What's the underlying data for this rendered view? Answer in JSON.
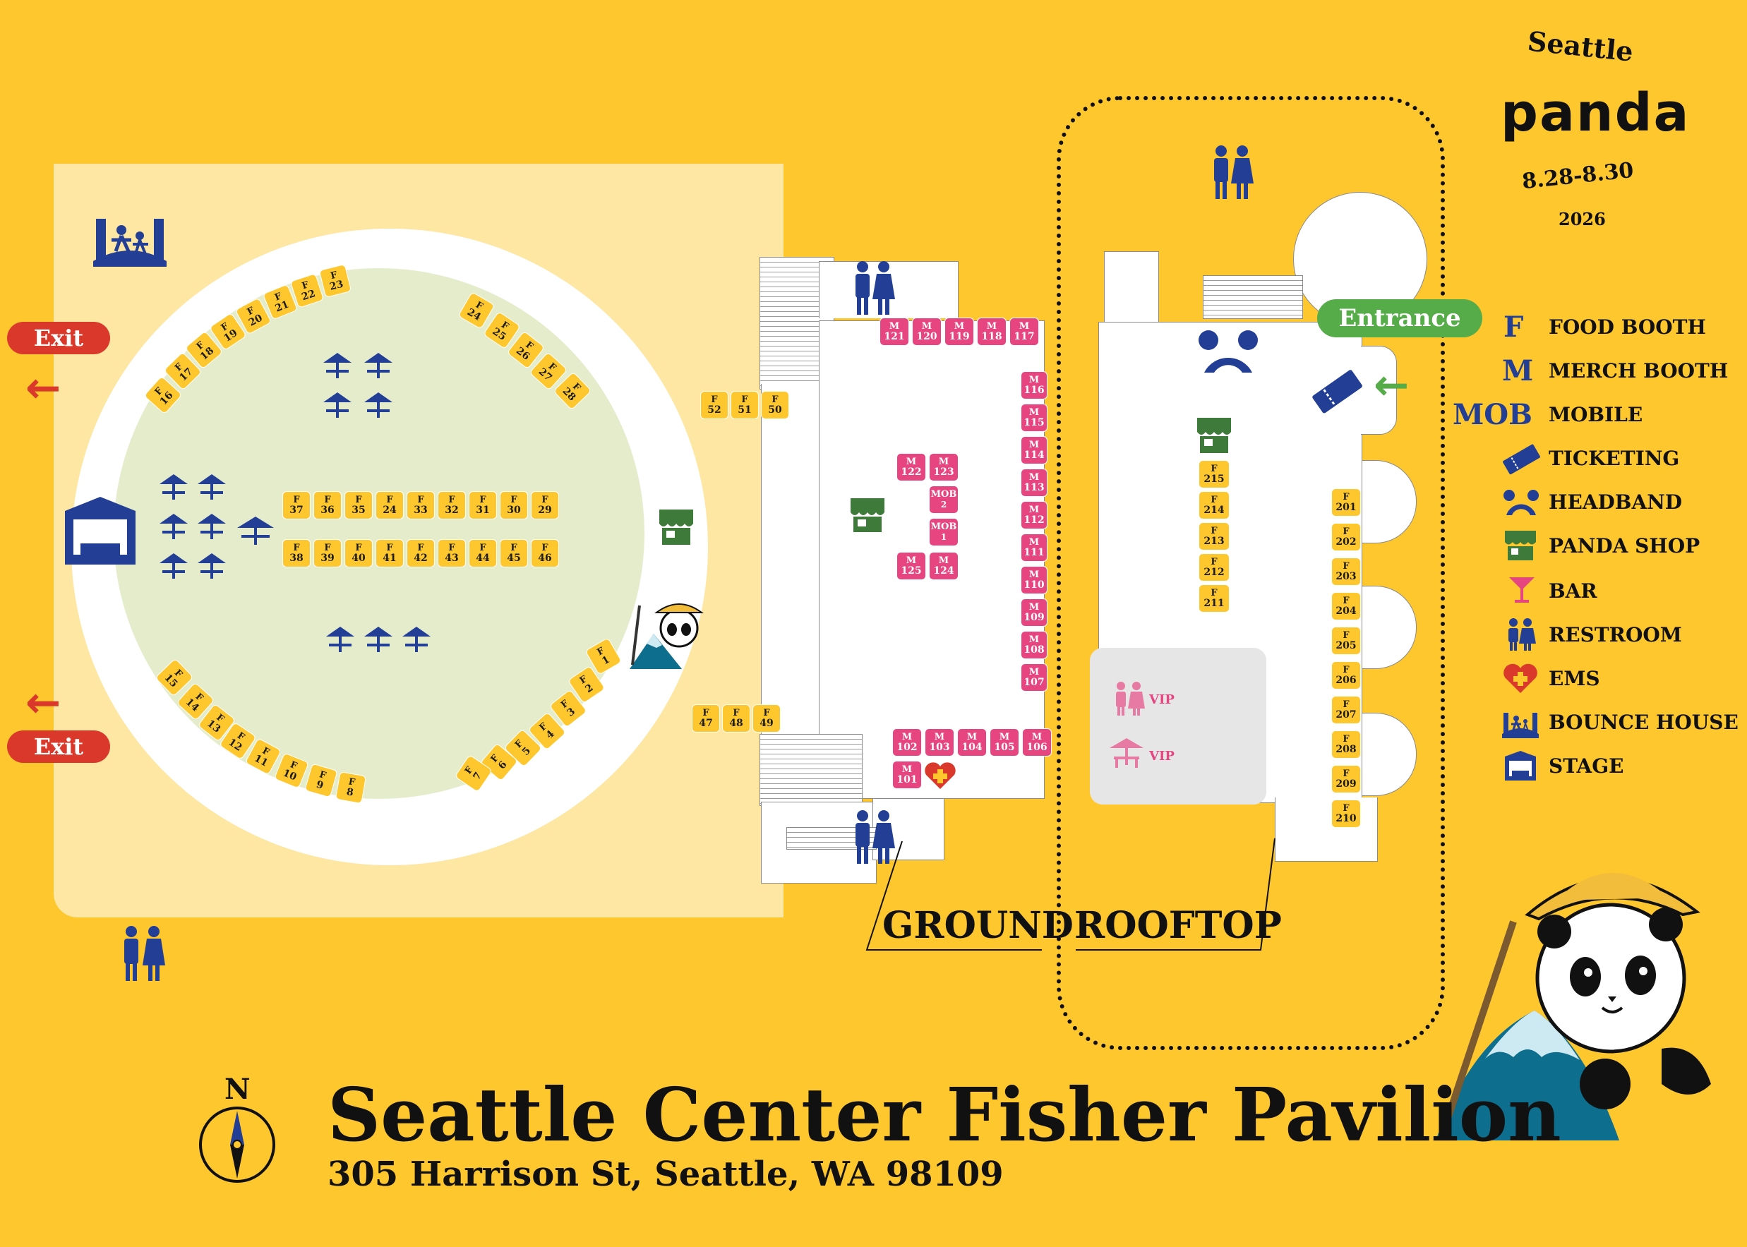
{
  "logo": {
    "line1": "Seattle",
    "line2": "panda",
    "dates": "8.28-8.30",
    "year": "2026"
  },
  "title": "Seattle Center Fisher Pavilion",
  "address": "305 Harrison St, Seattle, WA 98109",
  "compass": {
    "label": "N"
  },
  "exits": {
    "top": "Exit",
    "bottom": "Exit"
  },
  "entrance": "Entrance",
  "floors": {
    "ground": "GROUND",
    "rooftop": "ROOFTOP"
  },
  "vip": {
    "restroom": "VIP",
    "bar": "VIP"
  },
  "booth_letters": {
    "food": "F",
    "merch": "M",
    "mobile": "MOB"
  },
  "legend": [
    {
      "icon": "food-booth-icon",
      "symbol": "F",
      "label": "FOOD BOOTH"
    },
    {
      "icon": "merch-booth-icon",
      "symbol": "M",
      "label": "MERCH BOOTH"
    },
    {
      "icon": "mobile-icon",
      "symbol": "MOB",
      "label": "MOBILE"
    },
    {
      "icon": "ticket-icon",
      "label": "TICKETING"
    },
    {
      "icon": "headband-icon",
      "label": "HEADBAND"
    },
    {
      "icon": "panda-shop-icon",
      "label": "PANDA SHOP"
    },
    {
      "icon": "bar-icon",
      "label": "BAR"
    },
    {
      "icon": "restroom-icon",
      "label": "RESTROOM"
    },
    {
      "icon": "ems-icon",
      "label": "EMS"
    },
    {
      "icon": "bounce-house-icon",
      "label": "BOUNCE HOUSE"
    },
    {
      "icon": "stage-icon",
      "label": "STAGE"
    }
  ],
  "booths": {
    "outer_food": [
      "1",
      "2",
      "3",
      "4",
      "5",
      "6",
      "7",
      "8",
      "9",
      "10",
      "11",
      "12",
      "13",
      "14",
      "15",
      "16",
      "17",
      "18",
      "19",
      "20",
      "21",
      "22",
      "23",
      "24",
      "25",
      "26",
      "27",
      "28"
    ],
    "row_top": [
      "37",
      "36",
      "35",
      "24",
      "33",
      "32",
      "31",
      "30",
      "29"
    ],
    "row_bottom": [
      "38",
      "39",
      "40",
      "41",
      "42",
      "43",
      "44",
      "45",
      "46"
    ],
    "ground_food_top": [
      "52",
      "51",
      "50"
    ],
    "ground_food_bottom": [
      "47",
      "48",
      "49"
    ],
    "merch_top": [
      "121",
      "120",
      "119",
      "118",
      "117"
    ],
    "merch_right": [
      "116",
      "115",
      "114",
      "113",
      "112",
      "111",
      "110",
      "109",
      "108",
      "107"
    ],
    "merch_bottom": [
      "102",
      "103",
      "104",
      "105",
      "106"
    ],
    "merch_101": "101",
    "merch_center": [
      "122",
      "123",
      "125",
      "124"
    ],
    "mobile": [
      "2",
      "1"
    ],
    "rooftop_center": [
      "215",
      "214",
      "213",
      "212",
      "211"
    ],
    "rooftop_right": [
      "201",
      "202",
      "203",
      "204",
      "205",
      "206",
      "207",
      "208",
      "209",
      "210"
    ]
  },
  "colors": {
    "background": "#FEC72E",
    "food": "#FEC72E",
    "merch": "#E6457F",
    "exit": "#D9382A",
    "entrance": "#55AC48",
    "icon_blue": "#233E95",
    "shop_green": "#3E7B3A"
  }
}
